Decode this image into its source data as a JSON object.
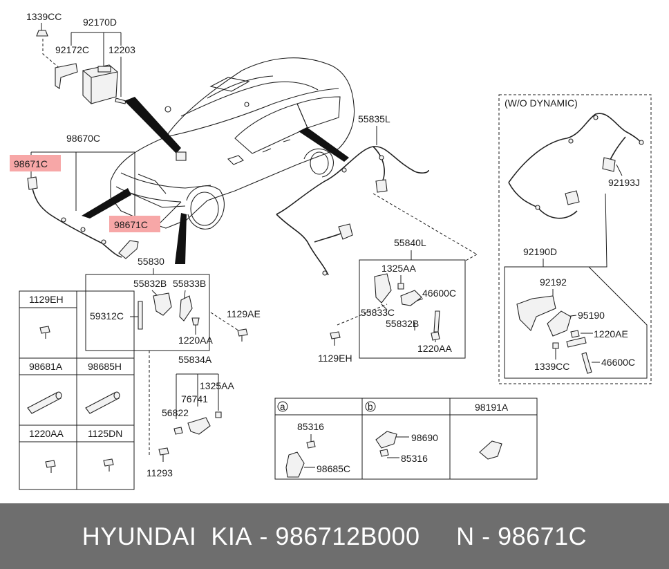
{
  "labels": {
    "l1339cc_top": "1339CC",
    "l92170d": "92170D",
    "l92172c": "92172C",
    "l12203": "12203",
    "l98670c": "98670C",
    "l98671c_left": "98671C",
    "l98671c_mid": "98671C",
    "l55835l": "55835L",
    "l55830": "55830",
    "l55832b_a": "55832B",
    "l55833b": "55833B",
    "l59312c": "59312C",
    "l1129ae": "1129AE",
    "l1220aa_a": "1220AA",
    "l55834a": "55834A",
    "l1325aa_a": "1325AA",
    "l76741": "76741",
    "l56822": "56822",
    "l11293": "11293",
    "l55840l": "55840L",
    "l1325aa_b": "1325AA",
    "l46600c_a": "46600C",
    "l55833c": "55833C",
    "l55832b_b": "55832B",
    "l1220aa_b": "1220AA",
    "l1129eh_b": "1129EH",
    "l_wo_dynamic": "(W/O DYNAMIC)",
    "l92193j": "92193J",
    "l92190d": "92190D",
    "l92192": "92192",
    "l95190": "95190",
    "l1220ae": "1220AE",
    "l1339cc_r": "1339CC",
    "l46600c_r": "46600C"
  },
  "left_table": {
    "c1129eh": "1129EH",
    "c98681a": "98681A",
    "c98685h": "98685H",
    "c1220aa": "1220AA",
    "c1125dn": "1125DN"
  },
  "bottom_table": {
    "col_a": "a",
    "col_b": "b",
    "col_98191a": "98191A",
    "a_85316": "85316",
    "a_98685c": "98685C",
    "b_98690": "98690",
    "b_85316": "85316"
  },
  "footer": {
    "brand": "HYUNDAI  KIA",
    "sep1": " - ",
    "part_no": "986712B000",
    "gap": "     ",
    "n": "N",
    "sep2": " - ",
    "ref": "98671C"
  },
  "colors": {
    "highlight": "#f7a7a7",
    "footer_bg": "#6e6e6e",
    "footer_text": "#ffffff"
  }
}
